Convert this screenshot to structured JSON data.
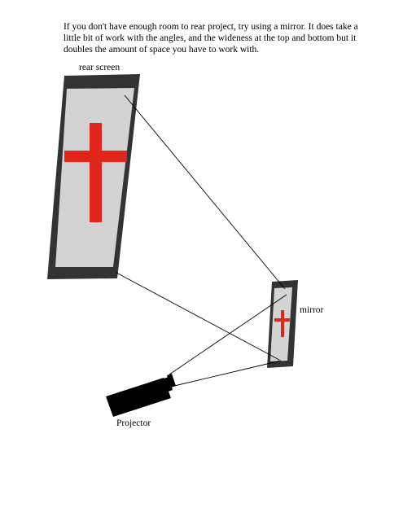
{
  "intro_text": "If you don't have enough room to rear project, try using a mirror.  It does take a little bit of work with the angles, and the wideness at the top and bottom but it doubles the amount of space you have to work with.",
  "labels": {
    "rear_screen": "rear screen",
    "mirror": "mirror",
    "projector": "Projector"
  },
  "colors": {
    "frame": "#333333",
    "screen_surface": "#d3d3d3",
    "cross": "#e0261b",
    "projector_body": "#000000",
    "ray": "#000000"
  },
  "icons": {
    "screen_symbol": "cross-icon",
    "projector": "projector-icon"
  }
}
